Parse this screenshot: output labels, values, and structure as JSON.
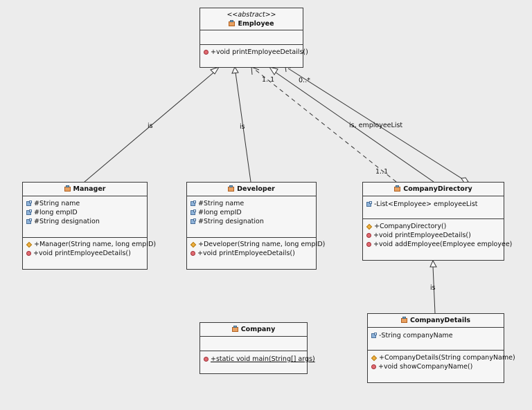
{
  "classes": {
    "employee": {
      "stereotype": "<<abstract>>",
      "name": "Employee",
      "methods": [
        "+void printEmployeeDetails()"
      ]
    },
    "manager": {
      "name": "Manager",
      "attributes": [
        "#String name",
        "#long empID",
        "#String designation"
      ],
      "constructor": "+Manager(String name, long empID)",
      "methods": [
        "+void printEmployeeDetails()"
      ]
    },
    "developer": {
      "name": "Developer",
      "attributes": [
        "#String name",
        "#long empID",
        "#String designation"
      ],
      "constructor": "+Developer(String name, long empID)",
      "methods": [
        "+void printEmployeeDetails()"
      ]
    },
    "company_directory": {
      "name": "CompanyDirectory",
      "attributes": [
        "-List<Employee> employeeList"
      ],
      "constructor": "+CompanyDirectory()",
      "methods": [
        "+void printEmployeeDetails()",
        "+void addEmployee(Employee employee)"
      ]
    },
    "company": {
      "name": "Company",
      "methods": [
        "+static void main(String[] args)"
      ]
    },
    "company_details": {
      "name": "CompanyDetails",
      "attributes": [
        "-String companyName"
      ],
      "constructor": "+CompanyDetails(String companyName)",
      "methods": [
        "+void showCompanyName()"
      ]
    }
  },
  "relations": {
    "manager_is": "is",
    "developer_is": "is",
    "directory_is_employee_list": "is, employeeList",
    "details_is": "is",
    "dependency_mult_top": "1..1",
    "dependency_mult_bottom": "1..1",
    "aggregation_mult": "0..*"
  },
  "colors": {
    "background": "#ececec",
    "class_fill": "#f6f6f6",
    "border": "#3a3a3a"
  }
}
